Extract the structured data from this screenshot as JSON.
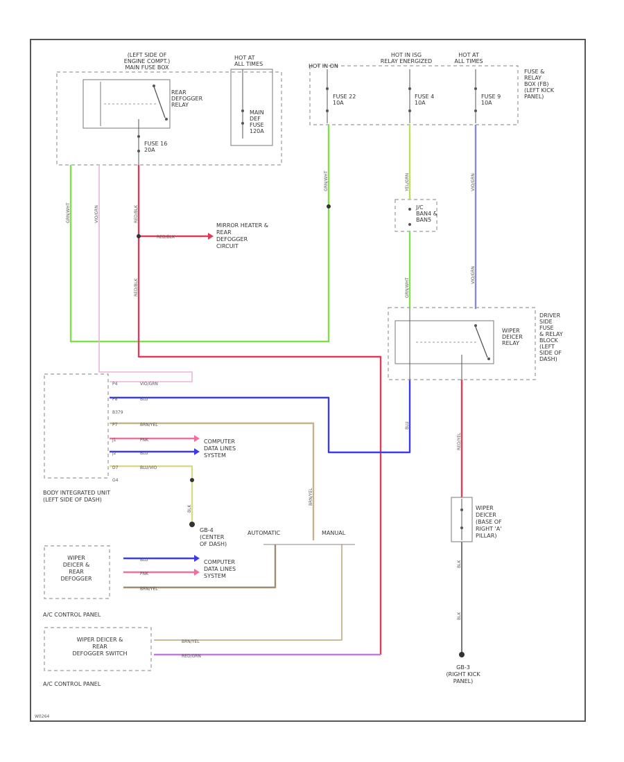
{
  "components": {
    "engine_box_title": [
      "(LEFT SIDE OF",
      "ENGINE COMPT.)",
      "MAIN FUSE BOX"
    ],
    "hot_at_all_times_1": [
      "HOT AT",
      "ALL TIMES"
    ],
    "rear_defogger_relay": [
      "REAR",
      "DEFOGGER",
      "RELAY"
    ],
    "main_def_fuse": [
      "MAIN",
      "DEF",
      "FUSE",
      "120A"
    ],
    "fuse_16": [
      "FUSE 16",
      "20A"
    ],
    "hot_in_on": "HOT IN ON",
    "hot_relay_energized": [
      "HOT IN ISG",
      "RELAY ENERGIZED"
    ],
    "hot_at_all_times_2": [
      "HOT AT",
      "ALL TIMES"
    ],
    "fuse_22": [
      "FUSE 22",
      "10A"
    ],
    "fuse_4": [
      "FUSE 4",
      "10A"
    ],
    "fuse_9": [
      "FUSE 9",
      "10A"
    ],
    "fuse_relay_box": [
      "FUSE &",
      "RELAY",
      "BOX (FB)",
      "(LEFT KICK",
      "PANEL)"
    ],
    "jc_box": [
      "J/C",
      "BAN4 &",
      "BAN5"
    ],
    "mirror_heater": [
      "MIRROR HEATER &",
      "REAR",
      "DEFOGGER",
      "CIRCUIT"
    ],
    "wiper_deicer_relay": [
      "WIPER",
      "DEICER",
      "RELAY"
    ],
    "driver_side_block": [
      "DRIVER",
      "SIDE",
      "FUSE",
      "& RELAY",
      "BLOCK",
      "(LEFT",
      "SIDE OF",
      "DASH)"
    ],
    "biu": [
      "BODY INTEGRATED UNIT",
      "(LEFT SIDE OF DASH)"
    ],
    "biu_pins": [
      "P4",
      "P8",
      "B379",
      "P7",
      "J1",
      "J2",
      "D7",
      "G4"
    ],
    "data_lines_1": [
      "COMPUTER",
      "DATA LINES",
      "SYSTEM"
    ],
    "data_lines_2": [
      "COMPUTER",
      "DATA LINES",
      "SYSTEM"
    ],
    "gb4": [
      "GB-4",
      "(CENTER",
      "OF DASH)"
    ],
    "automatic": "AUTOMATIC",
    "manual": "MANUAL",
    "wiper_deicer_rear_defogger": [
      "WIPER",
      "DEICER &",
      "REAR",
      "DEFOGGER"
    ],
    "ac_panel_1": "A/C CONTROL PANEL",
    "wiper_deicer_sw": [
      "WIPER DEICER &",
      "REAR",
      "DEFOGGER SWITCH"
    ],
    "ac_panel_2": "A/C CONTROL PANEL",
    "wiper_deicer_grid": [
      "WIPER",
      "DEICER",
      "(BASE OF",
      "RIGHT 'A'",
      "PILLAR)"
    ],
    "gb3": [
      "GB-3",
      "(RIGHT KICK",
      "PANEL)"
    ],
    "footer_code": "W0264"
  },
  "wires": {
    "green": "GRN/WHT",
    "pink_red": "RED/BLK",
    "red_blk": "RED/BLK",
    "violet": "VIO/GRN",
    "yel_grn": "YEL/GRN",
    "grn_wht": "GRN/WHT",
    "blu": "BLU",
    "blu_vio": "BLU/VIO",
    "brn_yel": "BRN/YEL",
    "pnk": "PNK",
    "red_yel": "RED/YEL",
    "red_grn": "RED/GRN",
    "blk_1": "BLK",
    "blk_2": "BLK",
    "blk_3": "BLK"
  },
  "colors": {
    "green": "#7fe04a",
    "red": "#e03b5a",
    "pink": "#ef6fa0",
    "blue": "#3a3af0",
    "violet": "#8a88d8",
    "tan": "#c8b08a",
    "brown": "#a08a70",
    "yellow": "#d7d88a",
    "purple": "#c07ad8",
    "lightpink": "#e9b3d8",
    "frame": "#555555"
  }
}
